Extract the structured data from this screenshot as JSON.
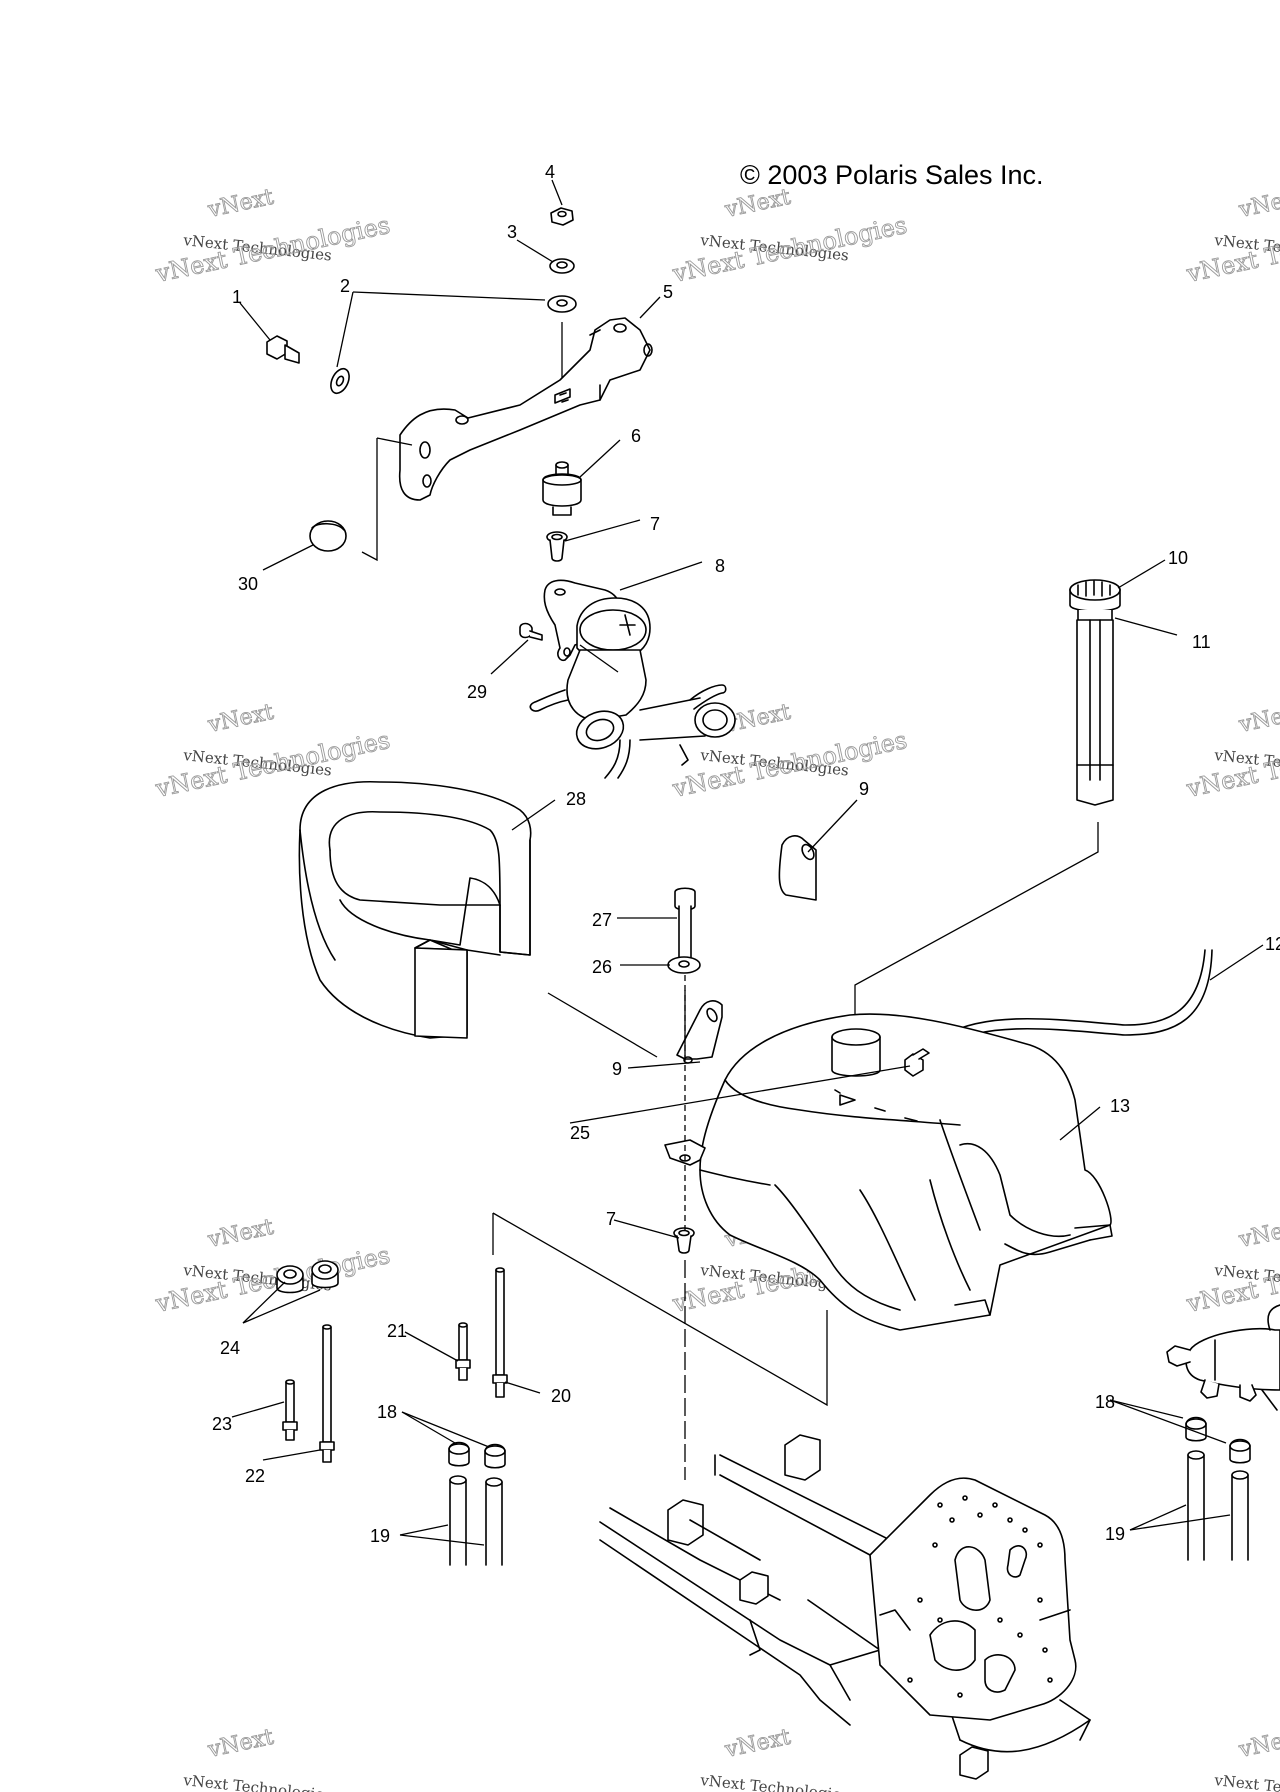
{
  "copyright": "© 2003 Polaris Sales Inc.",
  "watermark": {
    "brand": "vNext",
    "line1": "vNext Technologies",
    "line2": "Technologies"
  },
  "callouts": {
    "c1": "1",
    "c2": "2",
    "c3": "3",
    "c4": "4",
    "c5": "5",
    "c6": "6",
    "c7a": "7",
    "c7b": "7",
    "c8": "8",
    "c9a": "9",
    "c9b": "9",
    "c10": "10",
    "c11": "11",
    "c12": "12",
    "c13": "13",
    "c18a": "18",
    "c18b": "18",
    "c19a": "19",
    "c19b": "19",
    "c20": "20",
    "c21": "21",
    "c22": "22",
    "c23": "23",
    "c24": "24",
    "c25": "25",
    "c26": "26",
    "c27": "27",
    "c28": "28",
    "c29": "29",
    "c30": "30"
  }
}
